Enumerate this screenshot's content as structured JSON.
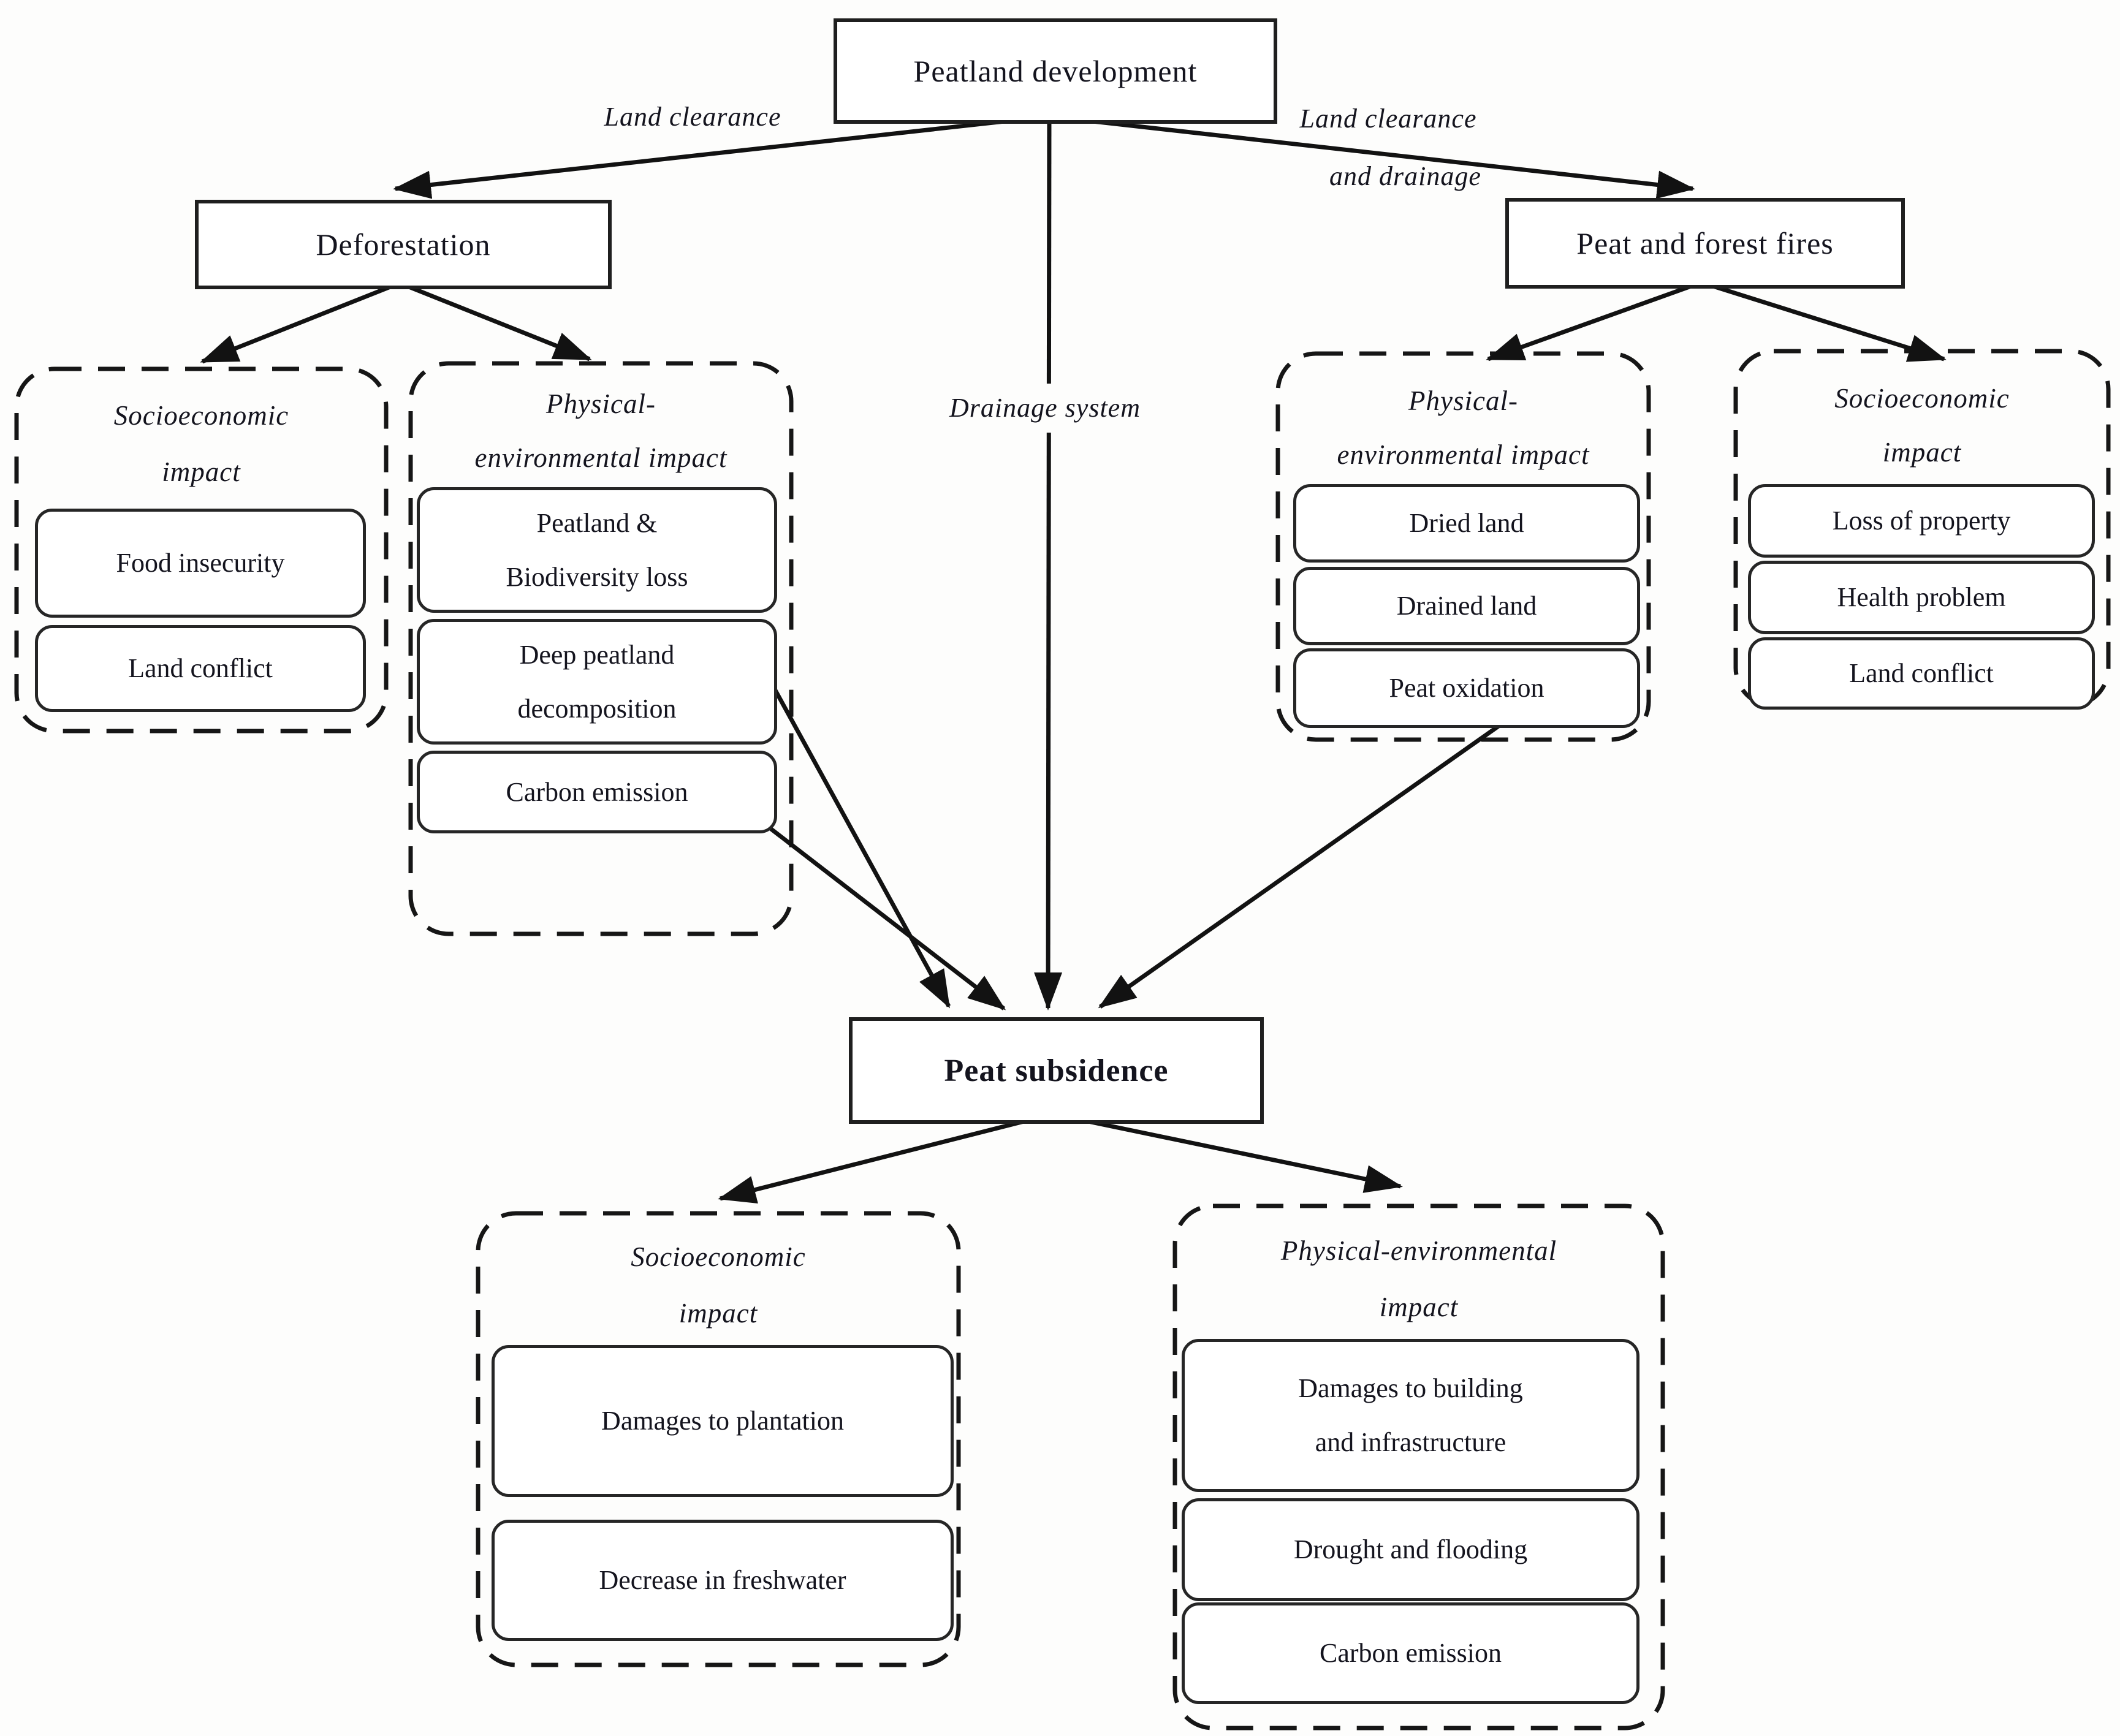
{
  "nodes": {
    "peatland_development": "Peatland development",
    "deforestation": "Deforestation",
    "peat_and_forest_fires": "Peat and forest fires",
    "peat_subsidence": "Peat subsidence"
  },
  "edge_labels": {
    "land_clearance": "Land clearance",
    "land_clearance_and_drainage": [
      "Land clearance",
      "and drainage"
    ],
    "drainage_system": "Drainage system"
  },
  "groups": [
    {
      "id": "socioeconomic-left",
      "title_lines": [
        "Socioeconomic",
        "impact"
      ],
      "items": [
        {
          "lines": [
            "Food insecurity"
          ]
        },
        {
          "lines": [
            "Land conflict"
          ]
        }
      ]
    },
    {
      "id": "physical-environmental-left",
      "title_lines": [
        "Physical-",
        "environmental impact"
      ],
      "items": [
        {
          "lines": [
            "Peatland &",
            "Biodiversity loss"
          ]
        },
        {
          "lines": [
            "Deep peatland",
            "decomposition"
          ]
        },
        {
          "lines": [
            "Carbon emission"
          ]
        }
      ]
    },
    {
      "id": "physical-environmental-right",
      "title_lines": [
        "Physical-",
        "environmental impact"
      ],
      "items": [
        {
          "lines": [
            "Dried land"
          ]
        },
        {
          "lines": [
            "Drained land"
          ]
        },
        {
          "lines": [
            "Peat oxidation"
          ]
        }
      ]
    },
    {
      "id": "socioeconomic-right",
      "title_lines": [
        "Socioeconomic",
        "impact"
      ],
      "items": [
        {
          "lines": [
            "Loss of property"
          ]
        },
        {
          "lines": [
            "Health problem"
          ]
        },
        {
          "lines": [
            "Land conflict"
          ]
        }
      ]
    },
    {
      "id": "socioeconomic-bottom",
      "title_lines": [
        "Socioeconomic",
        "impact"
      ],
      "items": [
        {
          "lines": [
            "Damages to plantation"
          ]
        },
        {
          "lines": [
            "Decrease in freshwater"
          ]
        }
      ]
    },
    {
      "id": "physical-environmental-bottom",
      "title_lines": [
        "Physical-environmental",
        "impact"
      ],
      "items": [
        {
          "lines": [
            "Damages to building",
            "and infrastructure"
          ]
        },
        {
          "lines": [
            "Drought and flooding"
          ]
        },
        {
          "lines": [
            "Carbon emission"
          ]
        }
      ]
    }
  ],
  "colors": {
    "ink": "#14141e",
    "line": "#121212",
    "background": "#fdfdfc"
  }
}
